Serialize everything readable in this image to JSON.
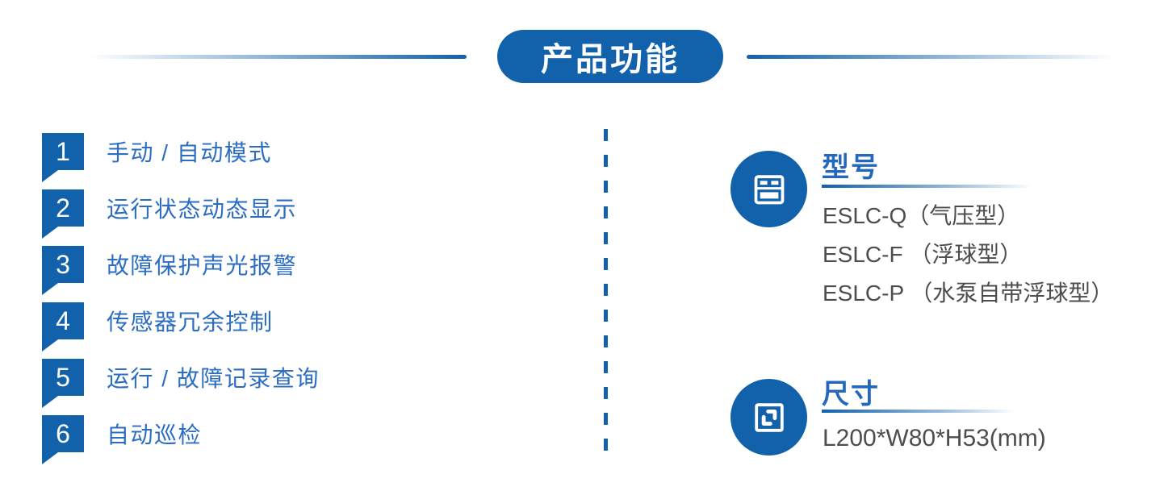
{
  "page": {
    "title": "产品功能"
  },
  "features": [
    {
      "num": "1",
      "label": "手动 / 自动模式"
    },
    {
      "num": "2",
      "label": "运行状态动态显示"
    },
    {
      "num": "3",
      "label": "故障保护声光报警"
    },
    {
      "num": "4",
      "label": "传感器冗余控制"
    },
    {
      "num": "5",
      "label": "运行 / 故障记录查询"
    },
    {
      "num": "6",
      "label": "自动巡检"
    }
  ],
  "model_section": {
    "heading": "型号",
    "icon": "model-form-icon",
    "items": [
      "ESLC-Q（气压型）",
      "ESLC-F （浮球型）",
      "ESLC-P （水泵自带浮球型）"
    ]
  },
  "size_section": {
    "heading": "尺寸",
    "icon": "dimensions-icon",
    "value": "L200*W80*H53(mm)"
  },
  "colors": {
    "primary_blue": "#1261AB",
    "feature_text_blue": "#2A6DC2",
    "heading_blue": "#2368BE",
    "body_text_gray": "#4D4D4D"
  }
}
